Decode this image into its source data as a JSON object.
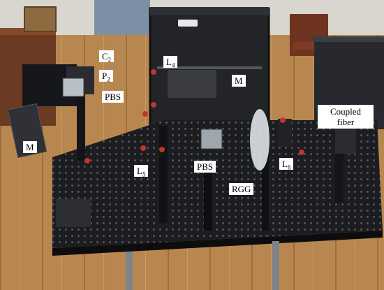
{
  "image": {
    "subject": "optical bench setup on an optical breadboard",
    "labels": {
      "c2": {
        "base": "C",
        "sub": "2"
      },
      "p2": {
        "base": "P",
        "sub": "2"
      },
      "pbs_top": "PBS",
      "l4": {
        "base": "L",
        "sub": "4"
      },
      "m_right": "M",
      "m_left": "M",
      "coupled_fiber": "Coupled fiber",
      "l5": {
        "base": "L",
        "sub": "5"
      },
      "pbs_center": "PBS",
      "l6": {
        "base": "L",
        "sub": "6"
      },
      "rgg": "RGG"
    }
  },
  "colors": {
    "floor": "#b8874f",
    "breadboard": "#1c1d20",
    "rack": "#222428",
    "wall": "#d9d6cf",
    "accent_red": "#c0362c"
  }
}
